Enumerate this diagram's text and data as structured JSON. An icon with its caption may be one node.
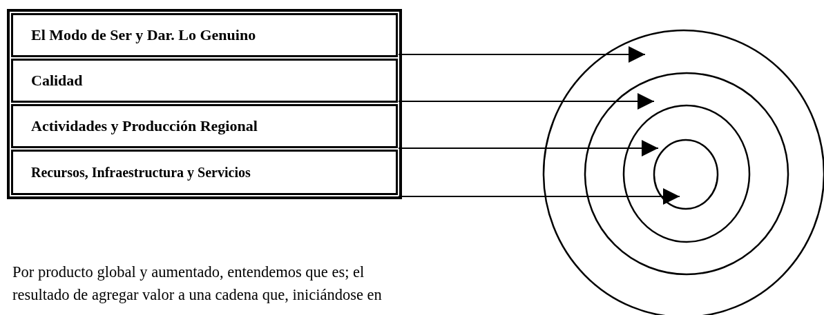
{
  "diagram": {
    "nodes": [
      {
        "text": [
          "El Modo de Ser y Dar. Lo Genuino"
        ]
      },
      {
        "text": [
          "Calidad"
        ]
      },
      {
        "text": [
          "Actividades y Producción Regional"
        ]
      },
      {
        "text": [
          "Recursos, Infraestructura y Servicios"
        ]
      },
      {
        "text": [],
        "shape": "circle"
      },
      {
        "text": [],
        "shape": "circle",
        "in": 4
      },
      {
        "text": [],
        "shape": "circle",
        "in": 5
      },
      {
        "text": [],
        "shape": "circle",
        "in": 6
      }
    ],
    "edges": [
      {
        "from": 0,
        "to": 4,
        "arrow": "to"
      },
      {
        "from": 1,
        "to": 5,
        "arrow": "to"
      },
      {
        "from": 2,
        "to": 6,
        "arrow": "to"
      },
      {
        "from": 3,
        "to": 7,
        "arrow": "to"
      }
    ],
    "labels": [
      "Por producto global y aumentado, entendemos que es; el resultado de agregar valor a una cadena que, iniciándose en"
    ]
  }
}
